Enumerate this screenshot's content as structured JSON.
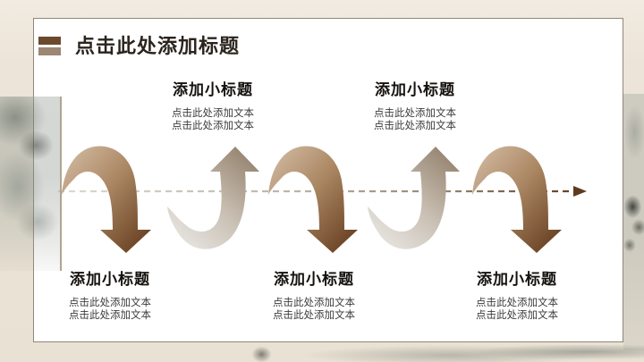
{
  "slide": {
    "title": "点击此处添加标题"
  },
  "diagram": {
    "arrows": [
      "down",
      "up",
      "down",
      "up",
      "down"
    ],
    "timeline": {
      "style": "dashed",
      "direction": "right"
    },
    "top_items": [
      {
        "subtitle": "添加小标题",
        "line1": "点击此处添加文本",
        "line2": "点击此处添加文本"
      },
      {
        "subtitle": "添加小标题",
        "line1": "点击此处添加文本",
        "line2": "点击此处添加文本"
      }
    ],
    "bottom_items": [
      {
        "subtitle": "添加小标题",
        "line1": "点击此处添加文本",
        "line2": "点击此处添加文本"
      },
      {
        "subtitle": "添加小标题",
        "line1": "点击此处添加文本",
        "line2": "点击此处添加文本"
      },
      {
        "subtitle": "添加小标题",
        "line1": "点击此处添加文本",
        "line2": "点击此处添加文本"
      }
    ]
  },
  "colors": {
    "background": "#ece4d8",
    "panel": "#ffffff",
    "panel_border": "#8f8779",
    "title_text": "#2b241c",
    "marker_dark": "#6b4a2c",
    "marker_light": "#9c8674",
    "subtitle_text": "#14110e",
    "body_text": "#3c3c3c",
    "arrow_brown_light": "#cfb69d",
    "arrow_brown_dark": "#6b4425",
    "arrow_gray_light": "#edecea",
    "arrow_gray_dark": "#968470",
    "dash_line_start": "#dedad3",
    "dash_line_end": "#5e3b20"
  }
}
